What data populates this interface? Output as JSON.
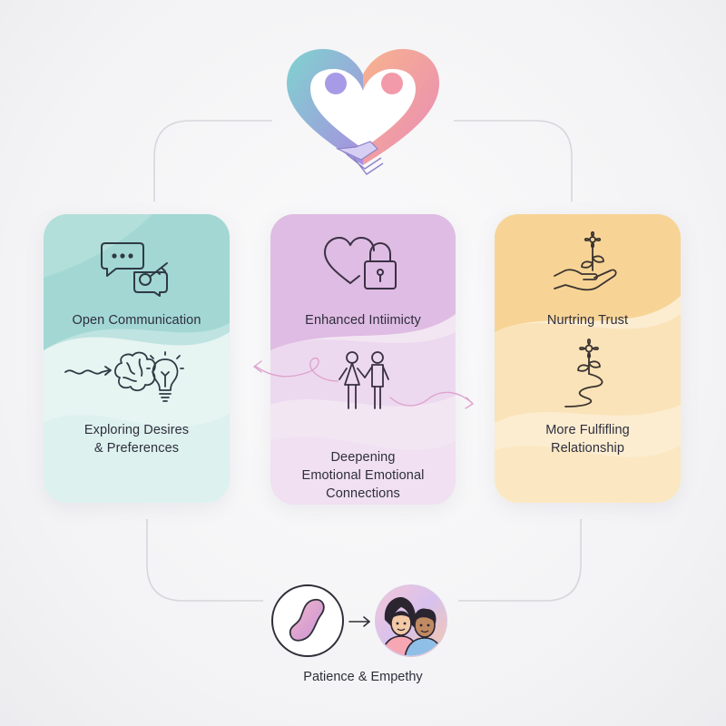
{
  "cards": {
    "left": {
      "top_label": "Open Communication",
      "bottom_label_line1": "Exploring Desires",
      "bottom_label_line2": "& Preferences",
      "color": "#9fd7d2"
    },
    "middle": {
      "top_label": "Enhanced Intiimicty",
      "bottom_label_line1": "Deepening",
      "bottom_label_line2": "Emotional Emotional",
      "bottom_label_line3": "Connections",
      "color": "#e0bde3"
    },
    "right": {
      "top_label": "Nurtring Trust",
      "bottom_label_line1": "More Fulfifling",
      "bottom_label_line2": "Relationship",
      "color": "#f8d28f"
    }
  },
  "bottom": {
    "caption": "Patience & Empethy"
  },
  "icons": {
    "top": "heart-hands-icon",
    "left_top": "chat-key-icon",
    "left_bottom": "brain-lightbulb-icon",
    "middle_top": "heart-lock-icon",
    "middle_bottom": "couple-icon",
    "right_top": "hand-flower-icon",
    "right_bottom": "flower-path-icon",
    "bottom_left": "bean-icon",
    "bottom_right": "couple-faces-icon"
  }
}
